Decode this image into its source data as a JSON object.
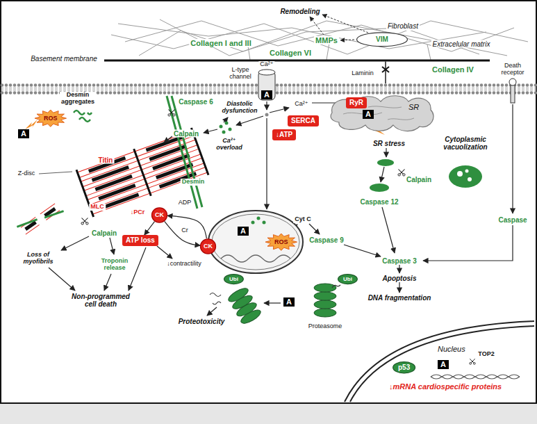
{
  "diagram": {
    "nodes": [
      {
        "text": [
          "Fibroblast",
          "VIM"
        ]
      },
      {
        "text": [
          "ROS"
        ]
      },
      {
        "text": [
          "A"
        ]
      },
      {
        "text": [
          "A"
        ]
      },
      {
        "text": [
          "SR"
        ]
      },
      {
        "text": [
          "RyR"
        ]
      },
      {
        "text": [
          "A"
        ]
      },
      {
        "text": [
          "SERCA"
        ]
      },
      {
        "text": [
          "↓ATP"
        ]
      },
      {
        "text": [
          "CK"
        ]
      },
      {
        "text": [
          "ATP loss"
        ]
      },
      {
        "text": [
          "CK"
        ]
      },
      {
        "text": [
          "A"
        ]
      },
      {
        "text": [
          "ROS"
        ]
      },
      {
        "text": [
          "A"
        ]
      },
      {
        "text": [
          "Ubi"
        ]
      },
      {
        "text": [
          "Ubi"
        ]
      },
      {
        "text": [
          "Nucleus",
          "↓mRNA cardiospecific proteins"
        ]
      },
      {
        "text": [
          "p53"
        ],
        "in": 17
      },
      {
        "text": [
          "A"
        ],
        "in": 17
      }
    ],
    "edges": [
      {
        "from": 11,
        "to": 9,
        "arrow": "to"
      },
      {
        "from": 9,
        "to": 11,
        "arrow": "to"
      },
      {
        "from": 9,
        "to": 10,
        "arrow": "to"
      }
    ],
    "labels": [
      "Remodeling",
      "MMPs",
      "Collagen I and III",
      "Extracelular matrix",
      "Basement membrane",
      "Collagen VI",
      "Collagen IV",
      "Ca²⁺",
      "L-type channel",
      "Laminin",
      "Death receptor",
      "Caspase 6",
      "Desmin aggregates",
      "Diastolic dysfunction",
      "Calpain",
      "Ca²⁺ overload",
      "Ca²⁺",
      "Titin",
      "Z-disc",
      "MLC",
      "Desmin",
      "ADP",
      "↓PCr",
      "Cr",
      "Calpain",
      "↓contractility",
      "Loss of myofibrils",
      "Troponin release",
      "Non-programmed cell death",
      "Proteotoxicity",
      "Cyt C",
      "Caspase 9",
      "SR stress",
      "Cytoplasmic vacuolization",
      "Calpain",
      "Caspase 12",
      "Caspase",
      "Caspase 3",
      "Apoptosis",
      "DNA fragmentation",
      "Proteasome",
      "TOP2"
    ]
  }
}
